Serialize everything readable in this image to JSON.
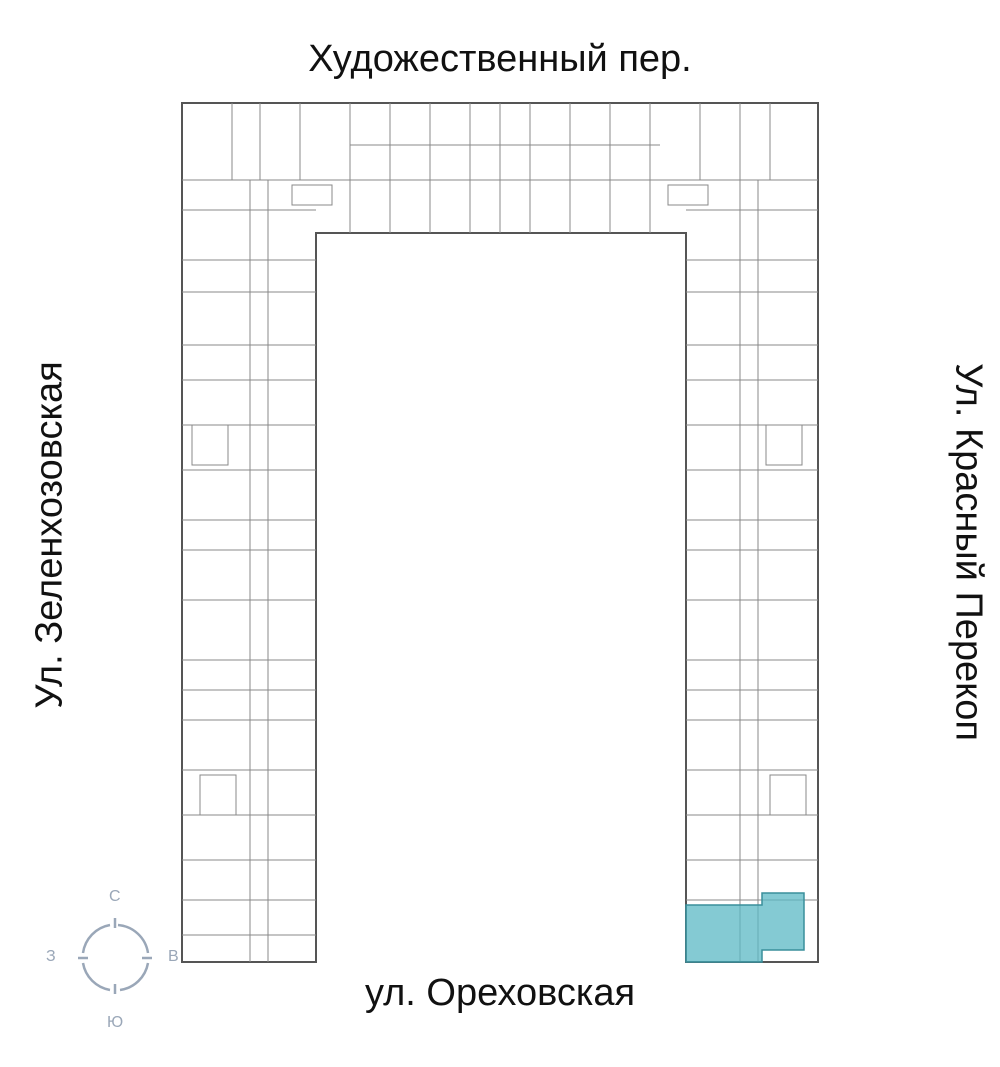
{
  "streets": {
    "north": "Художественный пер.",
    "south": "ул. Ореховская",
    "west": "Ул. Зеленхозовская",
    "east": "Ул. Красный Перекоп"
  },
  "compass": {
    "north": "С",
    "south": "Ю",
    "west": "З",
    "east": "В",
    "color": "#9aa7b8"
  },
  "plan": {
    "highlight_color": "#5bb8c4",
    "line_color": "#555555"
  }
}
